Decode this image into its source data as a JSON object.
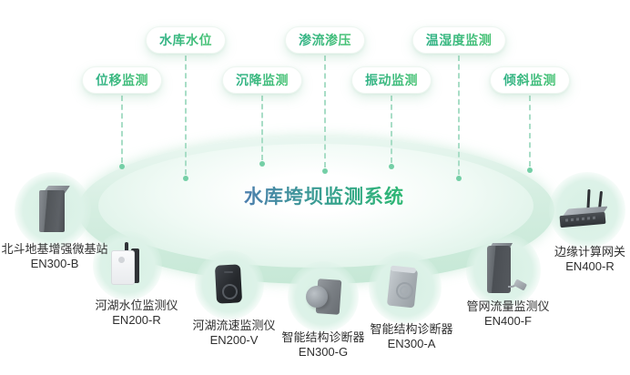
{
  "title": "水库垮坝监测系统",
  "pills": [
    {
      "label": "水库水位"
    },
    {
      "label": "渗流渗压"
    },
    {
      "label": "温湿度监测"
    },
    {
      "label": "位移监测"
    },
    {
      "label": "沉降监测"
    },
    {
      "label": "振动监测"
    },
    {
      "label": "倾斜监测"
    }
  ],
  "devices": [
    {
      "name": "北斗地基增强微基站",
      "model": "EN300-B"
    },
    {
      "name": "河湖水位监测仪",
      "model": "EN200-R"
    },
    {
      "name": "河湖流速监测仪",
      "model": "EN200-V"
    },
    {
      "name": "智能结构诊断器",
      "model": "EN300-G"
    },
    {
      "name": "智能结构诊断器",
      "model": "EN300-A"
    },
    {
      "name": "管网流量监测仪",
      "model": "EN400-F"
    },
    {
      "name": "边缘计算网关",
      "model": "EN400-R"
    }
  ],
  "palette": {
    "pill_text_start": "#31b286",
    "pill_text_end": "#45c272",
    "title_gradient_start": "#4d7fae",
    "title_gradient_end": "#2eb873",
    "connector_line": "#a8ddc6",
    "connector_dot": "#74cfa6",
    "ellipse_rim": "#c6e8d6",
    "label_text": "#2f2f2f"
  }
}
